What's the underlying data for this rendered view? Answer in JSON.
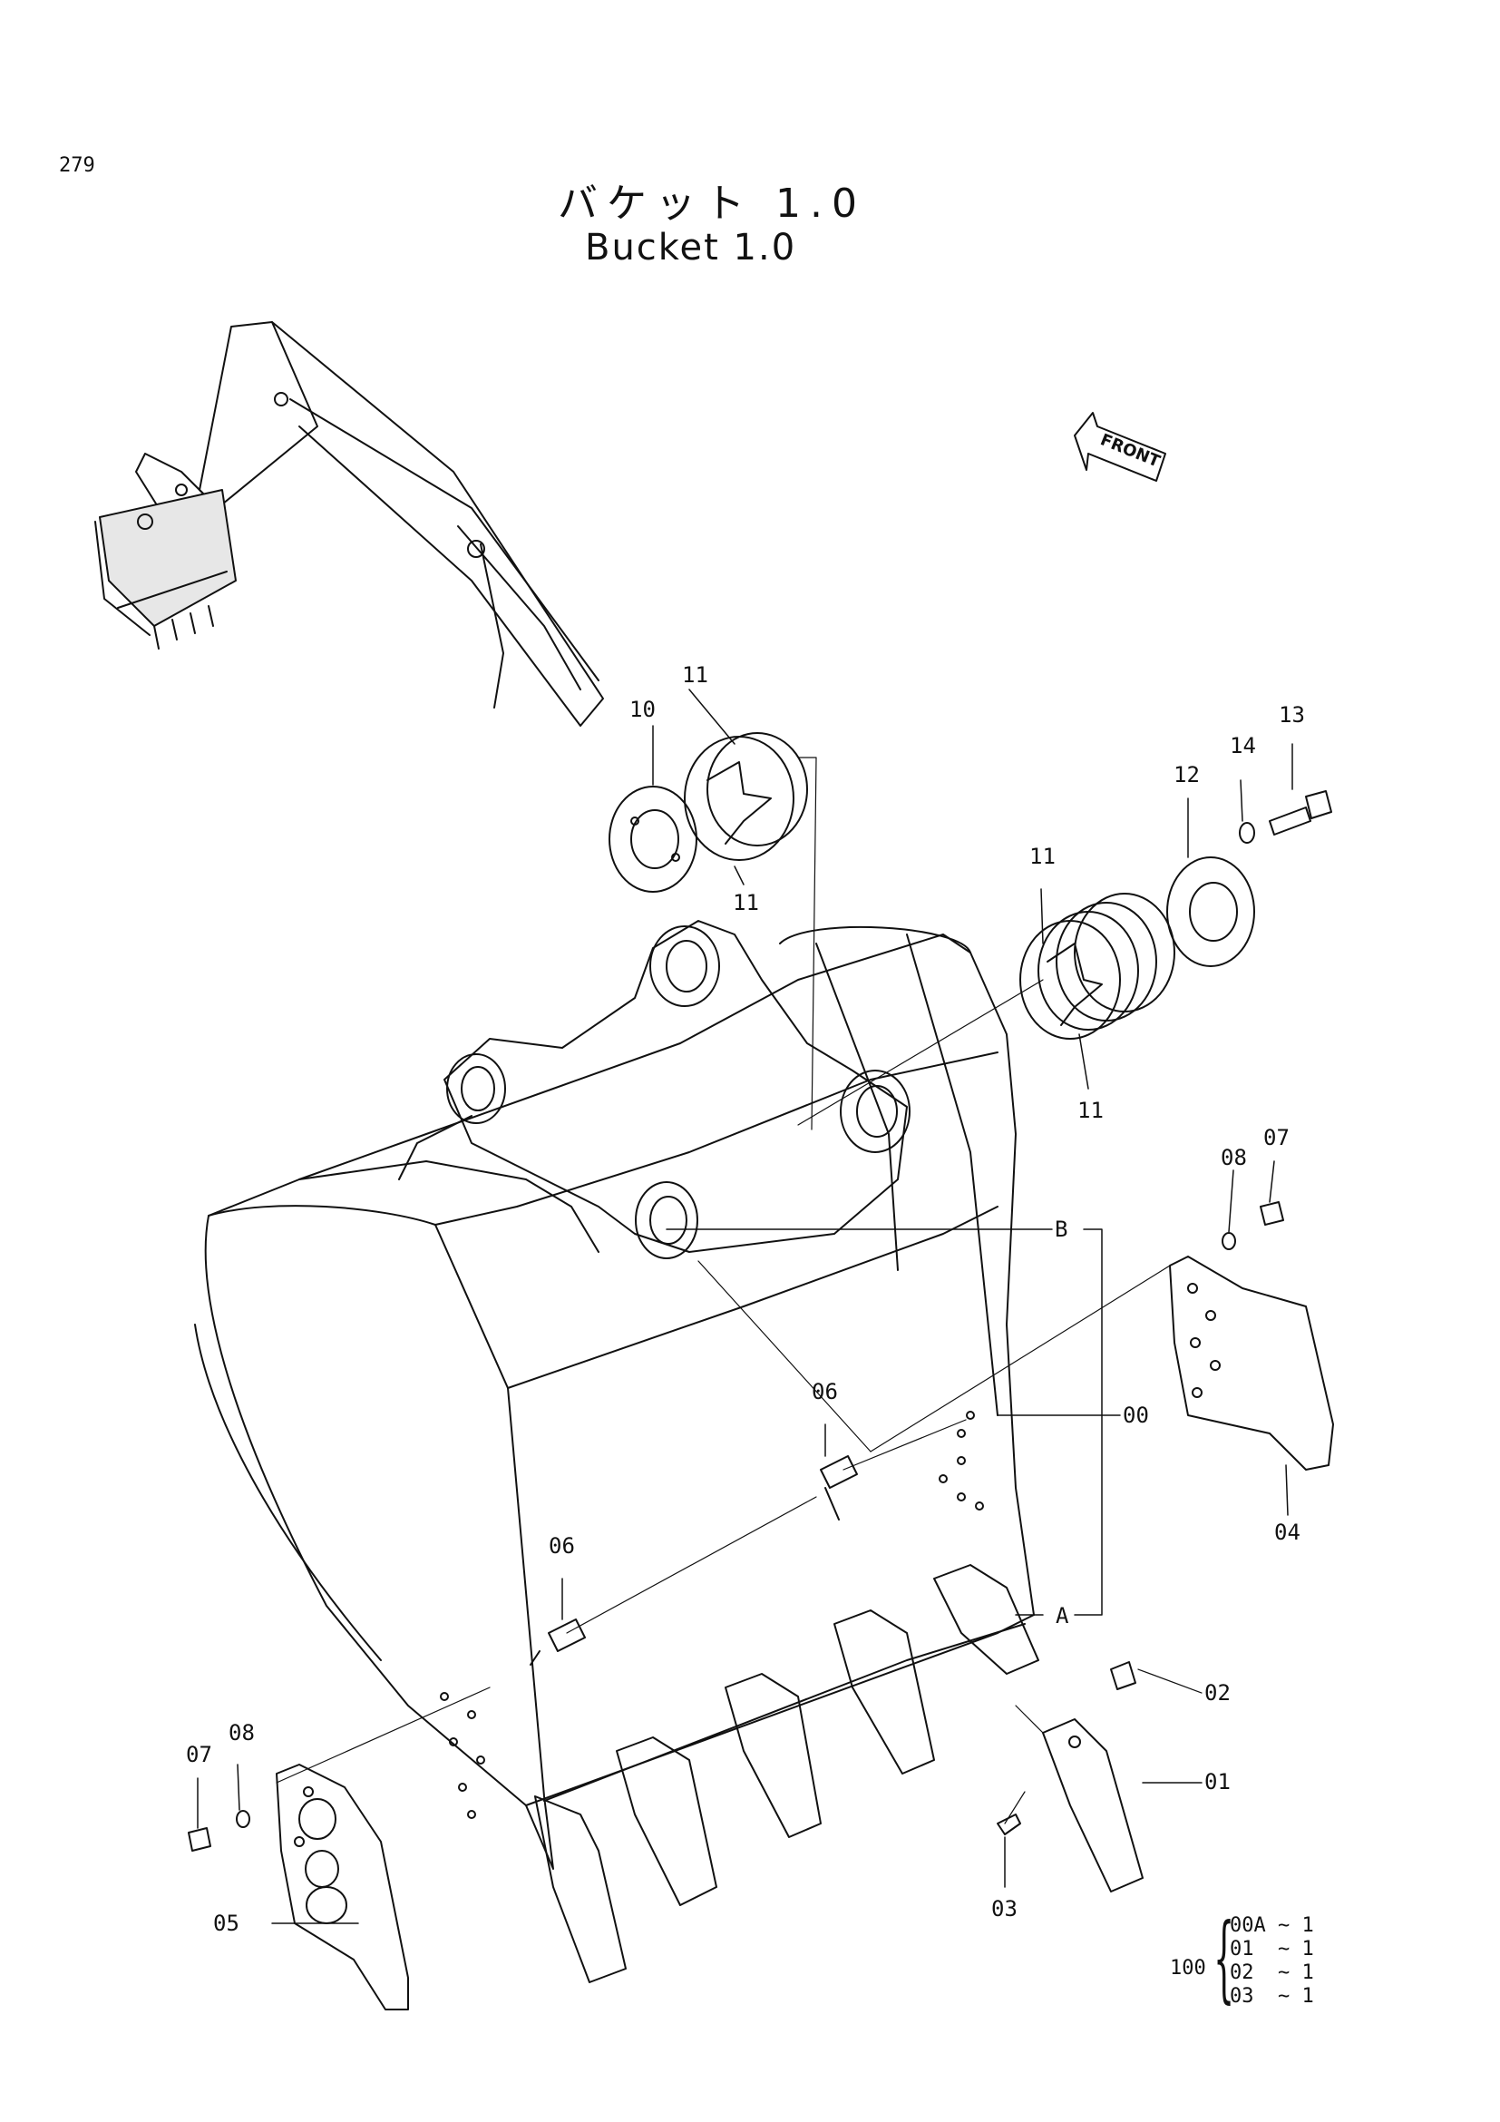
{
  "page_number": "279",
  "title_ja": "バケット 1.0",
  "title_en": "Bucket 1.0",
  "front_arrow": "FRONT",
  "labels": {
    "p00": "00",
    "p01": "01",
    "p02": "02",
    "p03": "03",
    "p04": "04",
    "p05": "05",
    "p06a": "06",
    "p06b": "06",
    "p07a": "07",
    "p07b": "07",
    "p08a": "08",
    "p08b": "08",
    "p10": "10",
    "p11a": "11",
    "p11b": "11",
    "p11c": "11",
    "p11d": "11",
    "p12": "12",
    "p13": "13",
    "p14": "14",
    "refA": "A",
    "refB": "B"
  },
  "kit": {
    "qty_label": "100",
    "items": [
      {
        "code": "00A",
        "qty": "~ 1"
      },
      {
        "code": "01",
        "qty": "~ 1"
      },
      {
        "code": "02",
        "qty": "~ 1"
      },
      {
        "code": "03",
        "qty": "~ 1"
      }
    ]
  }
}
